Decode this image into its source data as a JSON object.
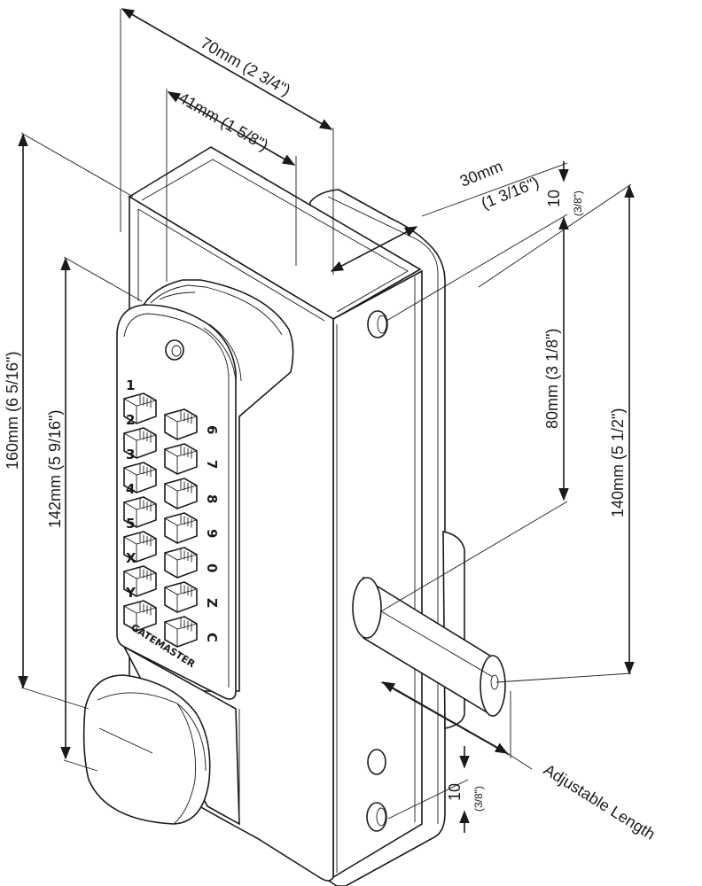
{
  "dimensions": {
    "width_total": "70mm (2 3/4\")",
    "width_keypad": "41mm (1 5/8\")",
    "depth": "30mm",
    "depth_in": "(1 3/16\")",
    "height_total": "160mm (6 5/16\")",
    "height_keypad": "142mm (5 9/16\")",
    "bolt_height": "140mm (5 1/2\")",
    "hole_spacing": "80mm (3 1/8\")",
    "top_offset_mm": "10",
    "top_offset_in": "(3/8\")",
    "bottom_offset_mm": "10",
    "bottom_offset_in": "(3/8\")",
    "bolt_length": "Adjustable Length"
  },
  "keypad": {
    "left_keys": [
      "1",
      "2",
      "3",
      "4",
      "5",
      "X",
      "Y"
    ],
    "right_keys": [
      "6",
      "7",
      "8",
      "9",
      "0",
      "Z",
      "C"
    ],
    "brand": "GATEMASTER"
  }
}
